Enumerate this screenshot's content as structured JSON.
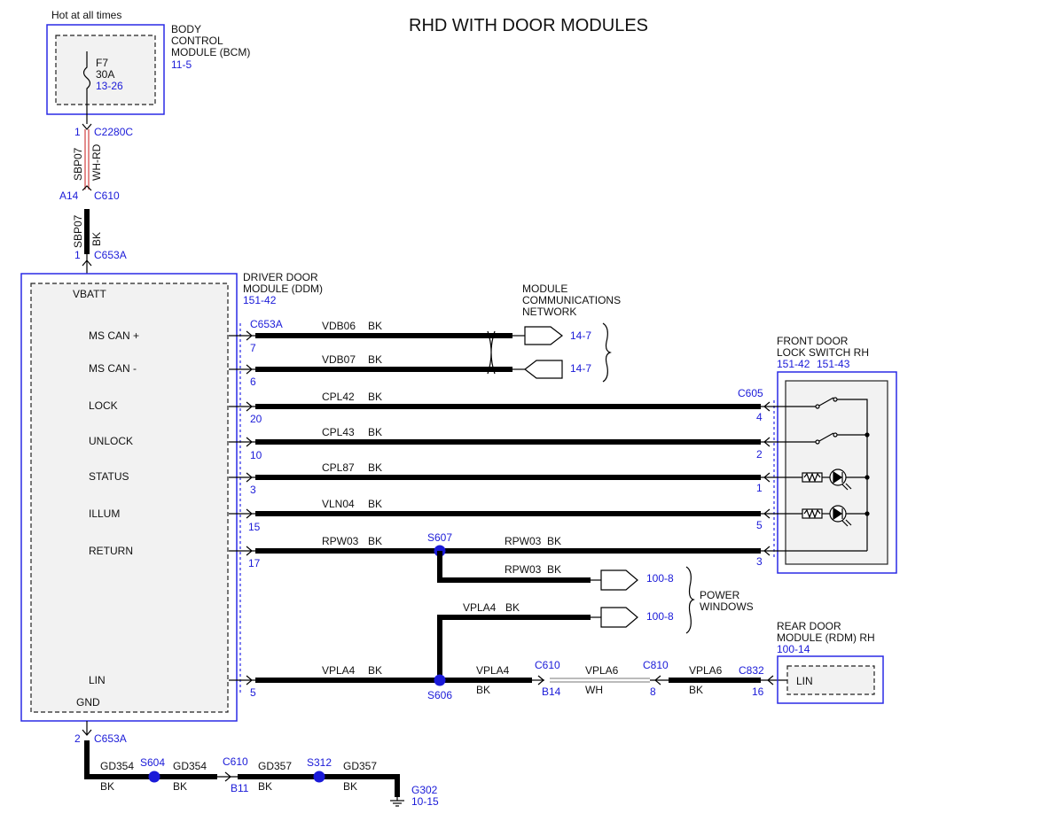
{
  "title": "RHD WITH DOOR MODULES",
  "power": {
    "hot_label": "Hot at all times",
    "bcm": [
      "BODY",
      "CONTROL",
      "MODULE (BCM)"
    ],
    "bcm_ref": "11-5",
    "fuse": "F7",
    "fuse_rating": "30A",
    "fuse_ref": "13-26",
    "c2280c_pin": "1",
    "c2280c": "C2280C",
    "wire1_circuit": "SBP07",
    "wire1_color": "WH-RD",
    "c610_pin": "A14",
    "c610": "C610",
    "wire2_circuit": "SBP07",
    "wire2_color": "BK",
    "c653a_pin": "1",
    "c653a": "C653A"
  },
  "ddm": {
    "name": [
      "DRIVER DOOR",
      "MODULE (DDM)"
    ],
    "ref": "151-42",
    "connector": "C653A",
    "vbatt": "VBATT",
    "gnd": "GND",
    "pins": [
      {
        "label": "MS CAN +",
        "pin": "7",
        "circuit": "VDB06",
        "color": "BK"
      },
      {
        "label": "MS CAN -",
        "pin": "6",
        "circuit": "VDB07",
        "color": "BK"
      },
      {
        "label": "LOCK",
        "pin": "20",
        "circuit": "CPL42",
        "color": "BK"
      },
      {
        "label": "UNLOCK",
        "pin": "10",
        "circuit": "CPL43",
        "color": "BK"
      },
      {
        "label": "STATUS",
        "pin": "3",
        "circuit": "CPL87",
        "color": "BK"
      },
      {
        "label": "ILLUM",
        "pin": "15",
        "circuit": "VLN04",
        "color": "BK"
      },
      {
        "label": "RETURN",
        "pin": "17",
        "circuit": "RPW03",
        "color": "BK"
      },
      {
        "label": "LIN",
        "pin": "5",
        "circuit": "VPLA4",
        "color": "BK"
      }
    ]
  },
  "network": {
    "label": [
      "MODULE",
      "COMMUNICATIONS",
      "NETWORK"
    ],
    "ref1": "14-7",
    "ref2": "14-7"
  },
  "switch": {
    "name": [
      "FRONT DOOR",
      "LOCK SWITCH RH"
    ],
    "ref1": "151-42",
    "ref2": "151-43",
    "connector": "C605",
    "pins": [
      "4",
      "2",
      "1",
      "5",
      "3"
    ]
  },
  "splices": {
    "s607": "S607",
    "s606": "S606",
    "return_circuit": "RPW03",
    "return_color": "BK",
    "branch_circuit": "RPW03",
    "branch_color": "BK",
    "vpla4_up_circuit": "VPLA4",
    "vpla4_up_color": "BK"
  },
  "power_windows": {
    "label": [
      "POWER",
      "WINDOWS"
    ],
    "ref1": "100-8",
    "ref2": "100-8"
  },
  "lin_run": {
    "seg1_circuit": "VPLA4",
    "seg1_color": "BK",
    "c610": "C610",
    "c610_pin": "B14",
    "seg2_circuit": "VPLA6",
    "seg2_color": "WH",
    "c810": "C810",
    "c810_pin": "8",
    "seg3_circuit": "VPLA6",
    "seg3_color": "BK",
    "c832": "C832",
    "c832_pin": "16"
  },
  "rdm": {
    "name": [
      "REAR DOOR",
      "MODULE (RDM) RH"
    ],
    "ref": "100-14",
    "lin": "LIN"
  },
  "ground": {
    "pin": "2",
    "connector": "C653A",
    "gd354_a": "GD354",
    "bk_a": "BK",
    "s604": "S604",
    "gd354_b": "GD354",
    "bk_b": "BK",
    "c610": "C610",
    "c610_pin": "B11",
    "gd357_a": "GD357",
    "bk_c": "BK",
    "s312": "S312",
    "gd357_b": "GD357",
    "bk_d": "BK",
    "g302": "G302",
    "g302_ref": "10-15"
  }
}
